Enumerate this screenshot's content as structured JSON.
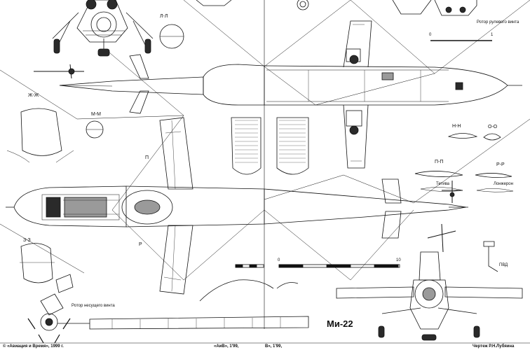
{
  "sections": {
    "ll": "Л-Л",
    "zhzh": "Ж-Ж",
    "mm": "М-М",
    "zz": "З-З",
    "nn": "Н-Н",
    "oo": "О-О",
    "pp": "П-П",
    "rr": "Р-Р",
    "p_mark": "П",
    "r_mark": "Р",
    "pvd": "ПВД"
  },
  "captions": {
    "tail_rotor": "Ротор рулевого винта",
    "main_rotor": "Ротор несущего винта",
    "blade_note_1": "Тетива",
    "blade_note_2": "Лонжерон"
  },
  "scale": {
    "zero_right": "0",
    "ten_right": "10",
    "zero_top": "0",
    "one_top": "1"
  },
  "title": "Ми-22",
  "footer": {
    "left": "© «Авиация и Время», 1999 г.",
    "center": "«АиВ», 1'99,",
    "center_right": "В», 1'99,",
    "right": "Чертеж Р.Н.Лубяина"
  },
  "colors": {
    "ink": "#111111",
    "paper": "#ffffff",
    "fill_dark": "#2a2a2a",
    "fill_mid": "#9a9a9a"
  }
}
